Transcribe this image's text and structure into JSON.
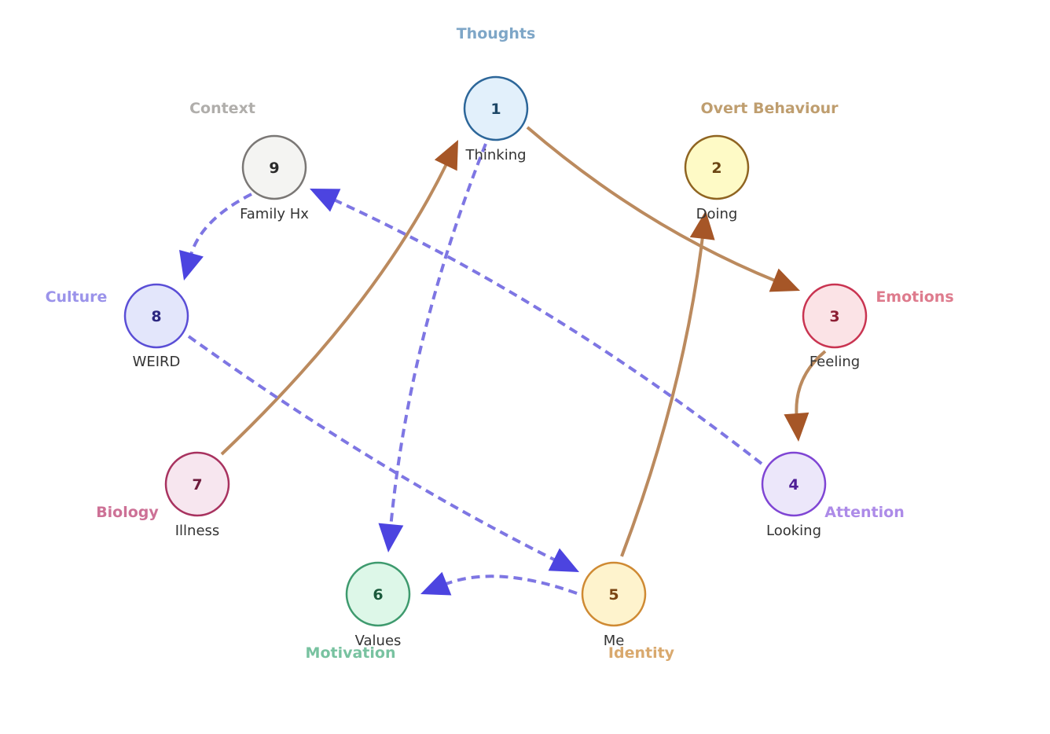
{
  "colors": {
    "solid_edge": "#BB8A5E",
    "solid_arrow": "#A65627",
    "dashed_edge": "#7E76E3",
    "dashed_arrow": "#4C44E0"
  },
  "nodes": [
    {
      "id": "1",
      "number": "1",
      "sublabel": "Thinking",
      "category": "Thoughts",
      "fill": "#E2F0FB",
      "stroke": "#2C6699",
      "text_color": "#1D4766",
      "cat_color": "#7EA6C7"
    },
    {
      "id": "2",
      "number": "2",
      "sublabel": "Doing",
      "category": "Overt Behaviour",
      "fill": "#FEFAC6",
      "stroke": "#8F6421",
      "text_color": "#6B4513",
      "cat_color": "#BF9E6F"
    },
    {
      "id": "3",
      "number": "3",
      "sublabel": "Feeling",
      "category": "Emotions",
      "fill": "#FBE3E6",
      "stroke": "#C93451",
      "text_color": "#8C1E33",
      "cat_color": "#DE7B8D"
    },
    {
      "id": "4",
      "number": "4",
      "sublabel": "Looking",
      "category": "Attention",
      "fill": "#ECE7FA",
      "stroke": "#7F45D4",
      "text_color": "#4E1E96",
      "cat_color": "#AD8BE8"
    },
    {
      "id": "5",
      "number": "5",
      "sublabel": "Me",
      "category": "Identity",
      "fill": "#FEF3CD",
      "stroke": "#CF8A33",
      "text_color": "#7A4412",
      "cat_color": "#D9A96E"
    },
    {
      "id": "6",
      "number": "6",
      "sublabel": "Values",
      "category": "Motivation",
      "fill": "#DDF7E8",
      "stroke": "#3E9A6E",
      "text_color": "#1B5A3C",
      "cat_color": "#78C2A0"
    },
    {
      "id": "7",
      "number": "7",
      "sublabel": "Illness",
      "category": "Biology",
      "fill": "#F7E6EF",
      "stroke": "#A8325F",
      "text_color": "#6E1B3C",
      "cat_color": "#CD7196"
    },
    {
      "id": "8",
      "number": "8",
      "sublabel": "WEIRD",
      "category": "Culture",
      "fill": "#E3E6FB",
      "stroke": "#5A4ED6",
      "text_color": "#2C2780",
      "cat_color": "#9B93EA"
    },
    {
      "id": "9",
      "number": "9",
      "sublabel": "Family Hx",
      "category": "Context",
      "fill": "#F4F4F2",
      "stroke": "#7A7775",
      "text_color": "#2A2A2A",
      "cat_color": "#B0AEAB"
    }
  ],
  "edges": [
    {
      "from": "1",
      "to": "3",
      "style": "solid"
    },
    {
      "from": "3",
      "to": "4",
      "style": "solid"
    },
    {
      "from": "5",
      "to": "2",
      "style": "solid"
    },
    {
      "from": "7",
      "to": "1",
      "style": "solid"
    },
    {
      "from": "1",
      "to": "6",
      "style": "dashed"
    },
    {
      "from": "4",
      "to": "9",
      "style": "dashed"
    },
    {
      "from": "9",
      "to": "8",
      "style": "dashed"
    },
    {
      "from": "8",
      "to": "5",
      "style": "dashed"
    },
    {
      "from": "5",
      "to": "6",
      "style": "dashed"
    }
  ]
}
